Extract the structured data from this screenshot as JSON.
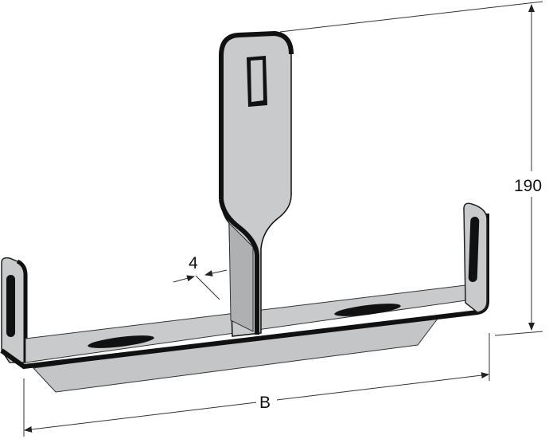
{
  "dimensions": {
    "height_label": "190",
    "thickness_label": "4",
    "width_label": "B"
  },
  "colors": {
    "metal_face": "#c9cacc",
    "metal_shadow": "#aeb0b2",
    "outline": "#111111",
    "dimension_line": "#333333"
  }
}
